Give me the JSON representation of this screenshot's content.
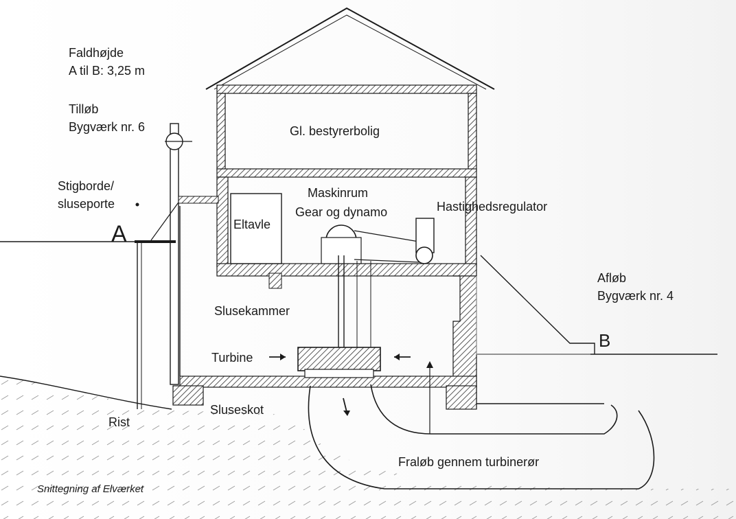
{
  "labels": {
    "faldhojde_1": "Faldhøjde",
    "faldhojde_2": "A til B: 3,25 m",
    "tillob_1": "Tilløb",
    "tillob_2": "Bygværk nr. 6",
    "stigborde_1": "Stigborde/",
    "stigborde_2": "sluseporte",
    "point_a": "A",
    "point_b": "B",
    "bestyrerbolig": "Gl. bestyrerbolig",
    "maskinrum": "Maskinrum",
    "gear": "Gear og dynamo",
    "eltavle": "Eltavle",
    "hastighed": "Hastighedsregulator",
    "aflob_1": "Afløb",
    "aflob_2": "Bygværk nr. 4",
    "slusekammer": "Slusekammer",
    "turbine": "Turbine",
    "rist": "Rist",
    "sluseskot": "Sluseskot",
    "fralob": "Fraløb gennem turbinerør",
    "caption": "Snittegning af Elværket"
  },
  "colors": {
    "ink": "#1a1a1a",
    "hatch": "#2a2a2a",
    "paper": "#ffffff"
  }
}
